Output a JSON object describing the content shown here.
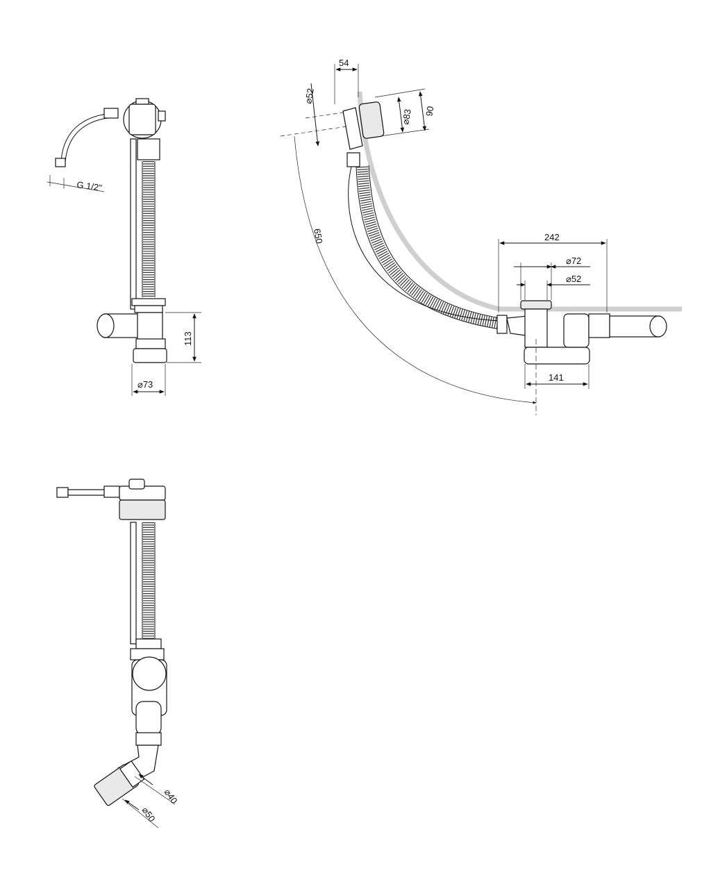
{
  "colors": {
    "line": "#111111",
    "tub_edge": "#cfcfcf",
    "background": "#ffffff"
  },
  "views": {
    "front": {
      "thread_label": "G 1/2\"",
      "height_label": "113",
      "diameter_label": "⌀73"
    },
    "side": {
      "overflow_depth_label": "54",
      "overflow_hole_label": "⌀52",
      "overflow_cover_label": "⌀83",
      "overflow_height_label": "90",
      "cable_length_label": "650",
      "drain_span_label": "242",
      "drain_cover_label": "⌀72",
      "drain_hole_label": "⌀52",
      "trap_width_label": "141"
    },
    "bottom": {
      "outlet_inner_label": "⌀40",
      "outlet_outer_label": "⌀50"
    }
  }
}
